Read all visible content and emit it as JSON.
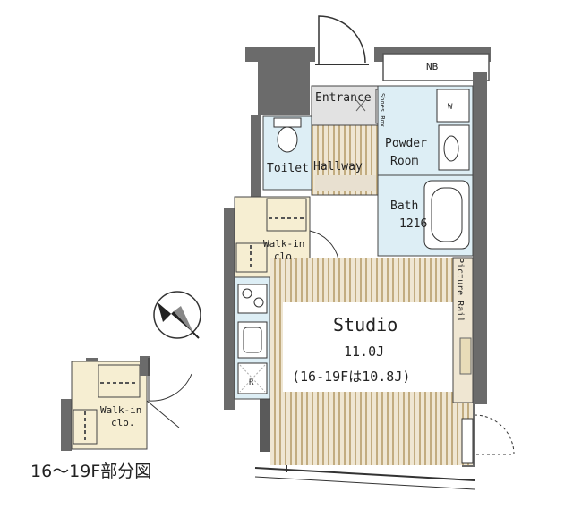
{
  "labels": {
    "nb": "NB",
    "entrance": "Entrance",
    "shoe_box": "Shoes Box",
    "washer": "W",
    "powder_room": [
      "Powder",
      "Room"
    ],
    "toilet": "Toilet",
    "hallway": "Hallway",
    "bath": [
      "Bath",
      "1216"
    ],
    "walk_in": [
      "Walk-in",
      "clo."
    ],
    "picture_rail": "Picture Rail",
    "studio": "Studio",
    "studio_area": "11.0J",
    "studio_note": "(16-19Fは10.8J)",
    "fridge": "R",
    "partial_walk_in": [
      "Walk-in",
      "clo."
    ],
    "partial_caption": "16～19F部分図"
  },
  "colors": {
    "wall": "#6b6b6b",
    "wall_dark": "#555555",
    "wet_area": "#ddeef5",
    "storage": "#f6eed2",
    "floor_stripe": "#c9b48a",
    "floor_base": "#efe6d2",
    "entrance_floor": "#e2e2e2"
  },
  "icons": [
    "compass-icon",
    "toilet-icon",
    "bathtub-icon",
    "sink-icon",
    "washer-icon",
    "stove-icon",
    "kitchen-sink-icon",
    "fridge-icon",
    "door-swing-icon"
  ]
}
